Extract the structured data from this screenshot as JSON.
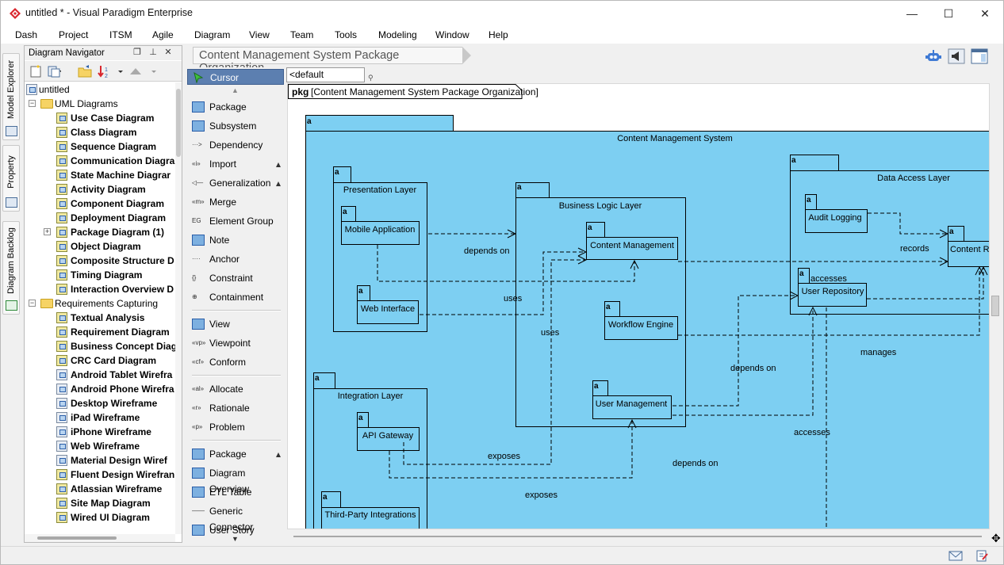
{
  "window": {
    "title": "untitled * - Visual Paradigm Enterprise",
    "minimize": "—",
    "maximize": "☐",
    "close": "✕"
  },
  "menu": [
    "Dash",
    "Project",
    "ITSM",
    "Agile",
    "Diagram",
    "View",
    "Team",
    "Tools",
    "Modeling",
    "Window",
    "Help"
  ],
  "left_tabs": [
    "Model Explorer",
    "Property",
    "Diagram Backlog"
  ],
  "navigator": {
    "title": "Diagram Navigator",
    "root": "untitled",
    "groups": [
      {
        "label": "UML Diagrams",
        "items": [
          "Use Case Diagram",
          "Class Diagram",
          "Sequence Diagram",
          "Communication Diagra",
          "State Machine Diagrar",
          "Activity Diagram",
          "Component Diagram",
          "Deployment Diagram",
          "Package Diagram (1)",
          "Object Diagram",
          "Composite Structure D",
          "Timing Diagram",
          "Interaction Overview D"
        ]
      },
      {
        "label": "Requirements Capturing",
        "items": [
          "Textual Analysis",
          "Requirement Diagram",
          "Business Concept Diag",
          "CRC Card Diagram",
          "Android Tablet Wirefra",
          "Android Phone Wirefra",
          "Desktop Wireframe",
          "iPad Wireframe",
          "iPhone Wireframe",
          "Web Wireframe",
          "Material Design Wiref",
          "Fluent Design Wirefran",
          "Atlassian Wireframe",
          "Site Map Diagram",
          "Wired UI Diagram"
        ]
      }
    ]
  },
  "palette": {
    "cursor": "Cursor",
    "groups": [
      [
        "Package",
        "Subsystem",
        "Dependency",
        "Import",
        "Generalization",
        "Merge",
        "Element Group",
        "Note",
        "Anchor",
        "Constraint",
        "Containment"
      ],
      [
        "View",
        "Viewpoint",
        "Conform"
      ],
      [
        "Allocate",
        "Rationale",
        "Problem"
      ],
      [
        "Package",
        "Diagram Overview",
        "ETL Table",
        "Generic Connector",
        "User Story"
      ]
    ],
    "icon_glyphs": [
      "",
      "",
      "···>",
      "«i»",
      "◁—",
      "«m»",
      "EG",
      "",
      "····",
      "{}",
      "⊕",
      "",
      "«vp»",
      "«cf»",
      "«al»",
      "«r»",
      "«p»",
      "",
      "",
      "",
      "——",
      ""
    ]
  },
  "breadcrumb": "Content Management System Package Organization",
  "diagram": {
    "package_selector": "<default package>",
    "frame_label": "pkg",
    "frame_name": "[Content Management System Package Organization]",
    "tab_marker": "a",
    "packages": {
      "cms": "Content Management System",
      "presentation": "Presentation Layer",
      "mobile": "Mobile Application",
      "web": "Web Interface",
      "business": "Business Logic Layer",
      "content_mgmt": "Content Management",
      "workflow": "Workflow Engine",
      "user_mgmt": "User Management",
      "data_access": "Data Access Layer",
      "audit": "Audit Logging",
      "content_repo": "Content R",
      "user_repo": "User Repository",
      "integration": "Integration Layer",
      "api_gateway": "API Gateway",
      "third_party": "Third-Party Integrations"
    },
    "labels": {
      "depends_on_1": "depends on",
      "uses_1": "uses",
      "uses_2": "uses",
      "records": "records",
      "accesses_1": "accesses",
      "manages": "manages",
      "depends_on_2": "depends on",
      "accesses_2": "accesses",
      "exposes_1": "exposes",
      "depends_on_3": "depends on",
      "exposes_2": "exposes"
    }
  },
  "colors": {
    "package_fill": "#7dcff2",
    "accent": "#5c7fb0"
  }
}
